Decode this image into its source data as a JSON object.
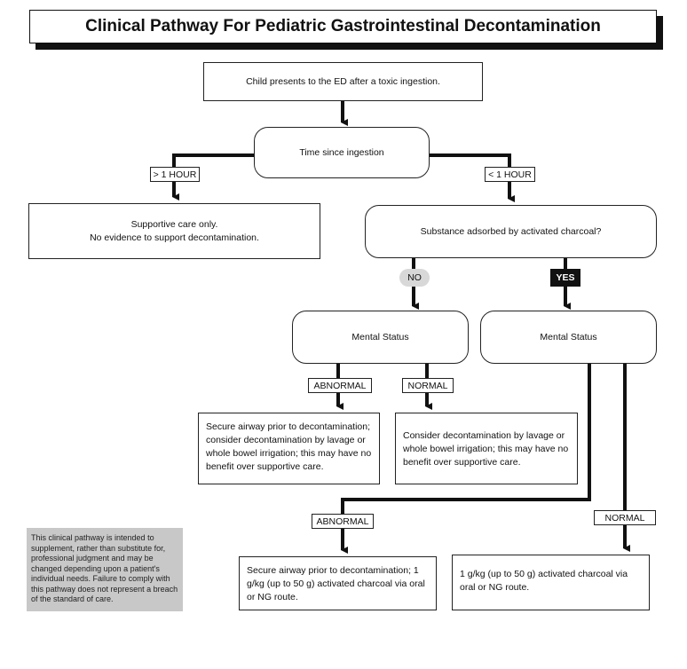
{
  "title": "Clinical Pathway For Pediatric Gastrointestinal Decontamination",
  "nodes": {
    "start": "Child presents to the ED after a toxic ingestion.",
    "time": "Time since ingestion",
    "supportive_line1": "Supportive care only.",
    "supportive_line2": "No evidence to support decontamination.",
    "charcoal_q": "Substance adsorbed by activated charcoal?",
    "mental_status_no": "Mental Status",
    "mental_status_yes": "Mental Status",
    "no_abnormal": "Secure airway prior to decontamination; consider decontamination by lavage or whole bowel irrigation; this may have no benefit over supportive care.",
    "no_normal": "Consider decontamination by lavage or whole bowel irrigation; this may have no benefit over supportive care.",
    "yes_abnormal": "Secure airway prior to decontamination; 1 g/kg (up to 50 g) activated charcoal via oral or NG route.",
    "yes_normal": "1 g/kg (up to 50 g) activated charcoal via oral or NG route."
  },
  "labels": {
    "gt1hour": "> 1 HOUR",
    "lt1hour": "< 1 HOUR",
    "no": "NO",
    "yes": "YES",
    "abnormal_1": "ABNORMAL",
    "normal_1": "NORMAL",
    "abnormal_2": "ABNORMAL",
    "normal_2": "NORMAL"
  },
  "disclaimer": "This clinical pathway is intended to supplement, rather than substitute for, professional judgment and may be changed depending upon a patient's individual needs. Failure to comply with this pathway does not represent a breach of the standard of care."
}
